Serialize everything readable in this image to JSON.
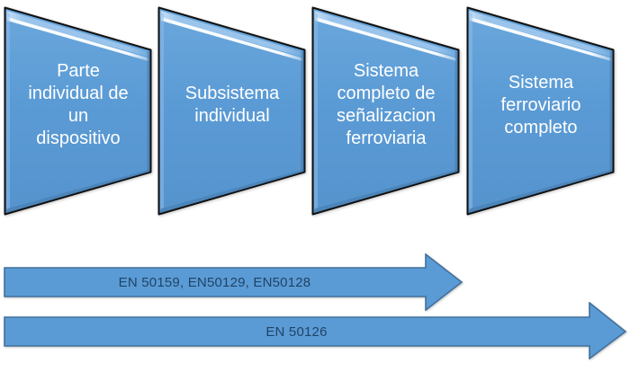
{
  "diagram": {
    "stages": [
      {
        "label": "Parte\nindividual de\nun\ndispositivo"
      },
      {
        "label": "Subsistema\nindividual"
      },
      {
        "label": "Sistema\ncompleto de\nseñalizacion\nferroviaria"
      },
      {
        "label": "Sistema\nferroviario\ncompleto"
      }
    ],
    "arrows": [
      {
        "label": "EN 50159, EN50129, EN50128"
      },
      {
        "label": "EN 50126"
      }
    ],
    "colors": {
      "background": "#FFFFFF",
      "stage_fill": "#5B9BD5",
      "stage_outline": "#111111",
      "stage_text": "#FFFFFF",
      "bevel_light": "#9AC4EB",
      "gloss_white": "#FFFFFF",
      "shade_dark": "#3F6D9C",
      "arrow_fill": "#5B9BD5",
      "arrow_border": "#41719C",
      "arrow_text": "#1F4467"
    }
  }
}
